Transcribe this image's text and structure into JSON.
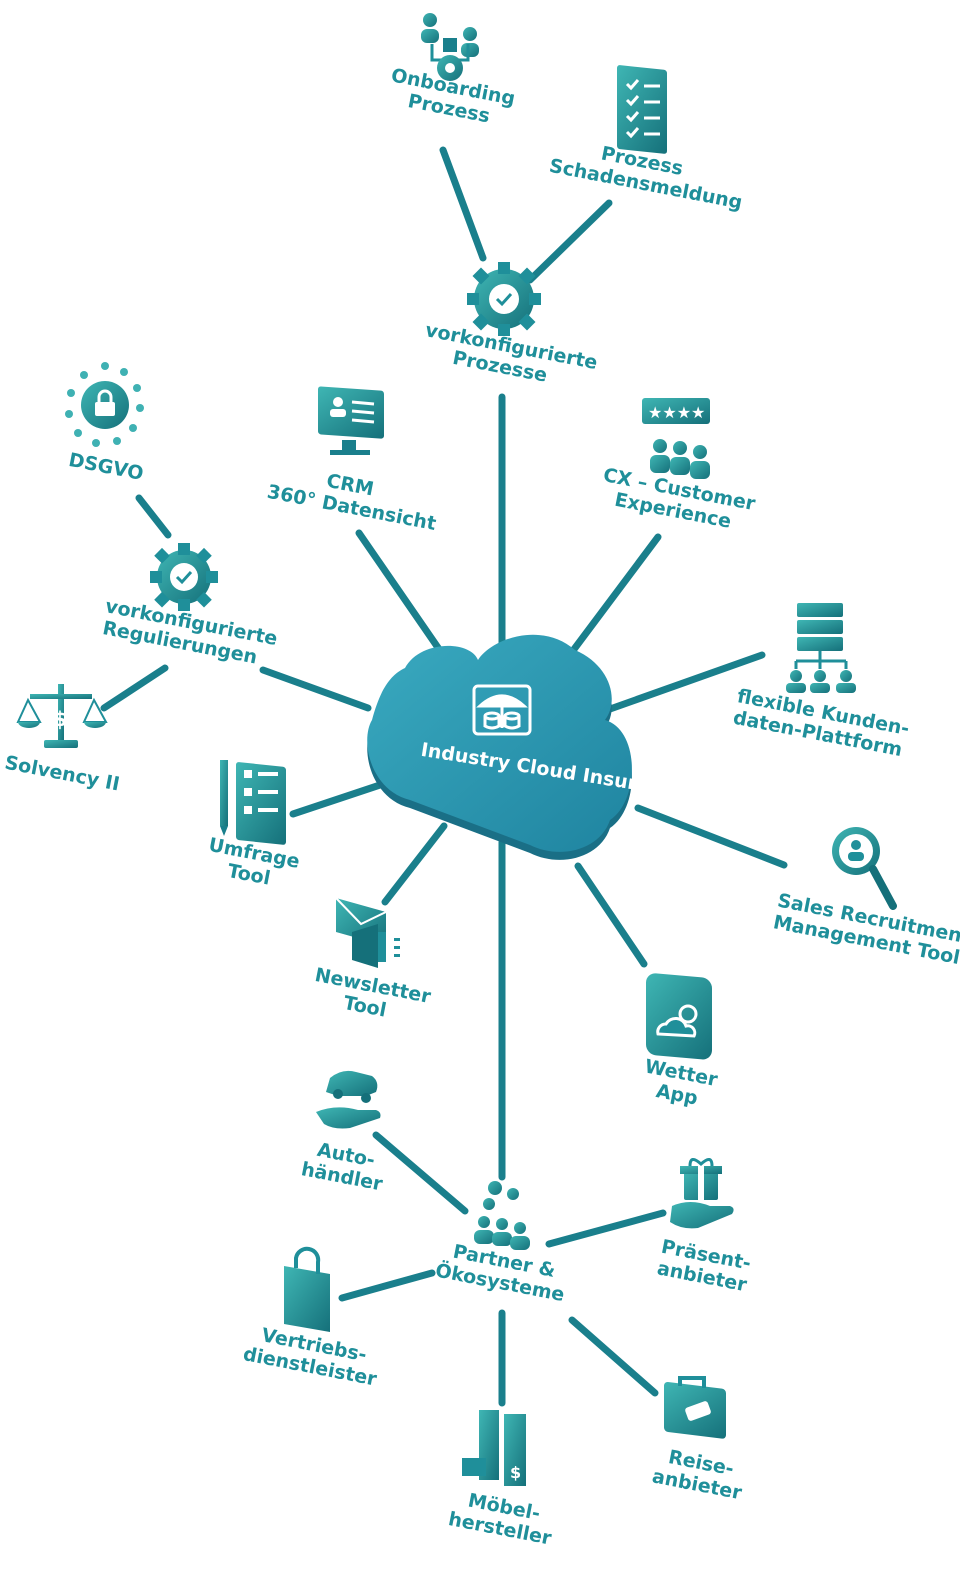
{
  "colors": {
    "primary": "#1f8f9a",
    "dark": "#15707a",
    "light": "#3fb1b3",
    "cloud": "#2a98b0"
  },
  "hub": {
    "line1": "Industry Cloud",
    "line2": "Insurance",
    "icon": "umbrella-database-icon"
  },
  "nodes": {
    "onboarding": {
      "line1": "Onboarding",
      "line2": "Prozess",
      "icon": "onboarding-people-gear-icon"
    },
    "schaden": {
      "line1": "Prozess",
      "line2": "Schadensmeldung",
      "icon": "checklist-clipboard-icon"
    },
    "prozesse": {
      "line1": "vorkonfigurierte",
      "line2": "Prozesse",
      "icon": "gear-check-icon"
    },
    "dsgvo": {
      "line1": "DSGVO",
      "icon": "eu-lock-icon"
    },
    "crm": {
      "line1": "CRM",
      "line2": "360° Datensicht",
      "icon": "monitor-contact-icon"
    },
    "cx": {
      "line1": "CX – Customer",
      "line2": "Experience",
      "icon": "rating-customers-icon"
    },
    "regulierungen": {
      "line1": "vorkonfigurierte",
      "line2": "Regulierungen",
      "icon": "gear-check-icon"
    },
    "kunden": {
      "line1": "flexible Kunden-",
      "line2": "daten-Plattform",
      "icon": "server-hierarchy-icon"
    },
    "solvency": {
      "line1": "Solvency II",
      "icon": "scales-icon"
    },
    "umfrage": {
      "line1": "Umfrage",
      "line2": "Tool",
      "icon": "survey-pencil-icon"
    },
    "sales": {
      "line1": "Sales Recruitment",
      "line2": "Management Tool",
      "icon": "search-person-icon"
    },
    "newsletter": {
      "line1": "Newsletter",
      "line2": "Tool",
      "icon": "envelope-megaphone-icon"
    },
    "wetter": {
      "line1": "Wetter",
      "line2": "App",
      "icon": "weather-app-icon"
    },
    "auto": {
      "line1": "Auto-",
      "line2": "händler",
      "icon": "hand-car-icon"
    },
    "partner": {
      "line1": "Partner &",
      "line2": "Ökosysteme",
      "icon": "people-gears-icon"
    },
    "praesent": {
      "line1": "Präsent-",
      "line2": "anbieter",
      "icon": "hand-gift-icon"
    },
    "vertrieb": {
      "line1": "Vertriebs-",
      "line2": "dienstleister",
      "icon": "shopping-bag-icon"
    },
    "reise": {
      "line1": "Reise-",
      "line2": "anbieter",
      "icon": "suitcase-icon"
    },
    "moebel": {
      "line1": "Möbel-",
      "line2": "hersteller",
      "icon": "furniture-store-icon"
    }
  }
}
